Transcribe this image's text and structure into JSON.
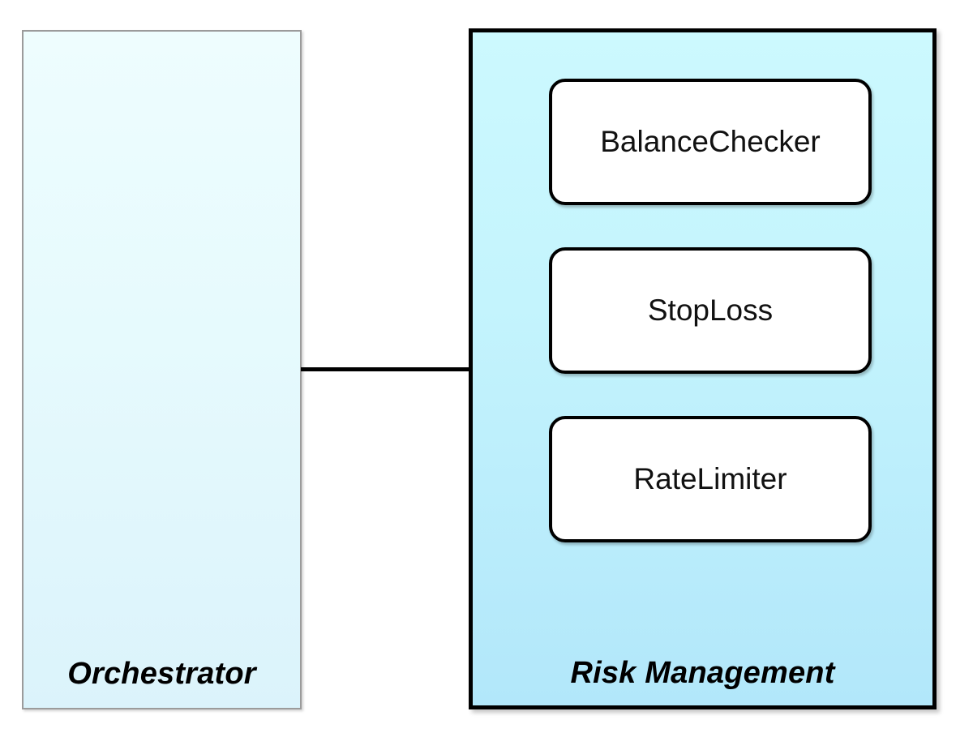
{
  "diagram": {
    "type": "architecture-block-diagram",
    "background_color": "#ffffff",
    "panels": [
      {
        "id": "orchestrator",
        "caption": "Orchestrator",
        "border_color": "#9b9b9b",
        "fill_top": "#eefdfe",
        "fill_bottom": "#dbf3fb",
        "components": []
      },
      {
        "id": "risk-management",
        "caption": "Risk Management",
        "border_color": "#000000",
        "fill_top": "#ccf9fe",
        "fill_bottom": "#b2e7fa",
        "components": [
          {
            "label": "BalanceChecker"
          },
          {
            "label": "StopLoss"
          },
          {
            "label": "RateLimiter"
          }
        ]
      }
    ],
    "connectors": [
      {
        "id": "orchestrator-to-risk",
        "from": "orchestrator",
        "to": "risk-management",
        "style": "solid",
        "color": "#000000"
      }
    ]
  }
}
